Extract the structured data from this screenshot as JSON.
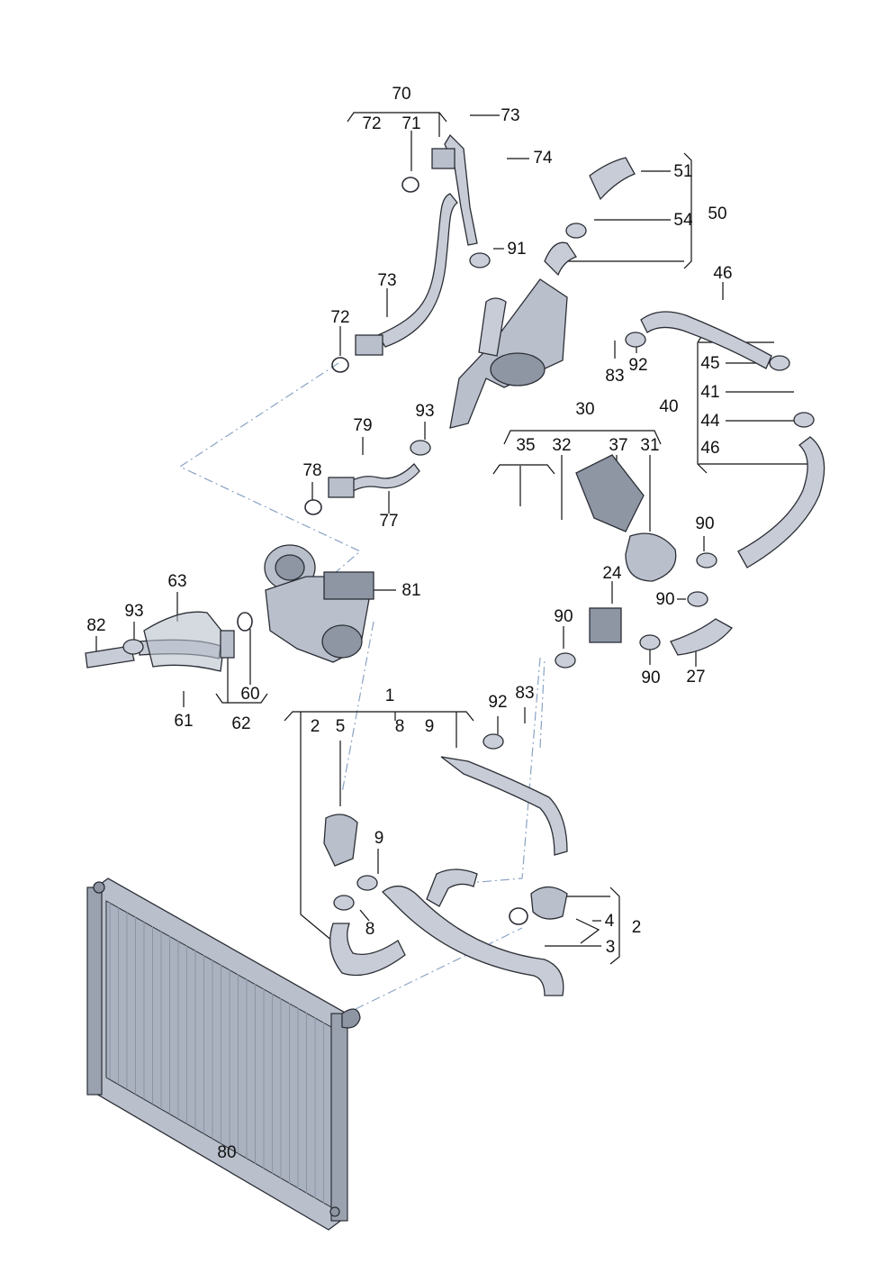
{
  "labels": {
    "p70": "70",
    "p72a": "72",
    "p71": "71",
    "p73a": "73",
    "p74": "74",
    "p51": "51",
    "p54": "54",
    "p50": "50",
    "p91": "91",
    "p73b": "73",
    "p72b": "72",
    "p46a": "46",
    "p83a": "83",
    "p92a": "92",
    "p45": "45",
    "p41": "41",
    "p40": "40",
    "p44": "44",
    "p46b": "46",
    "p79": "79",
    "p93a": "93",
    "p78": "78",
    "p77": "77",
    "p30": "30",
    "p35": "35",
    "p32": "32",
    "p37": "37",
    "p31": "31",
    "p90a": "90",
    "p24": "24",
    "p90b": "90",
    "p90c": "90",
    "p90d": "90",
    "p27": "27",
    "p63": "63",
    "p93b": "93",
    "p82": "82",
    "p81": "81",
    "p60": "60",
    "p61": "61",
    "p62": "62",
    "p1": "1",
    "p2a": "2",
    "p5": "5",
    "p8a": "8",
    "p9a": "9",
    "p92b": "92",
    "p83b": "83",
    "p9b": "9",
    "p8b": "8",
    "p4": "4",
    "p2b": "2",
    "p3": "3",
    "p80": "80"
  },
  "parts": {
    "radiator": "radiator",
    "turbocharger": "turbocharger",
    "coolant_pump": "auxiliary-coolant-pump",
    "valve": "coolant-valve",
    "flange": "coolant-flange"
  }
}
